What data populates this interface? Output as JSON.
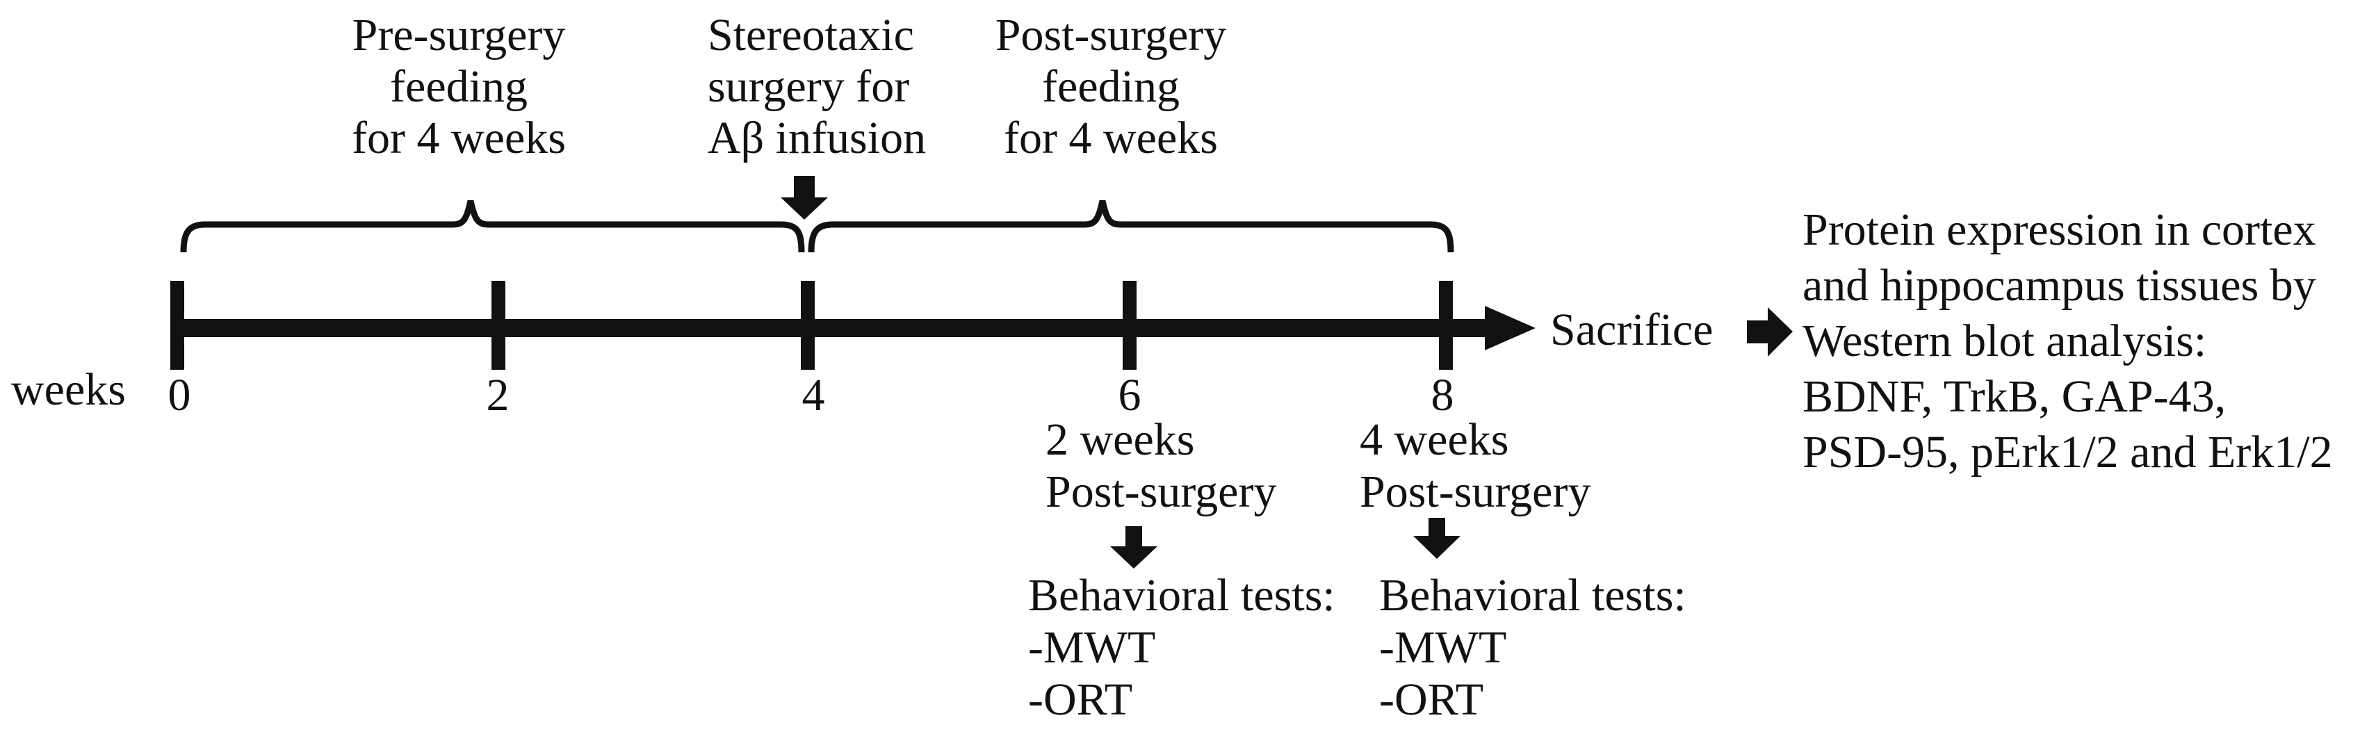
{
  "colors": {
    "background": "#ffffff",
    "ink": "#111111"
  },
  "top_labels": {
    "pre_surgery": [
      "Pre-surgery",
      "feeding",
      "for 4 weeks"
    ],
    "surgery": [
      "Stereotaxic",
      "surgery for",
      "Aβ infusion"
    ],
    "post_surgery": [
      "Post-surgery",
      "feeding",
      "for 4 weeks"
    ]
  },
  "timeline": {
    "axis_label": "weeks",
    "tick_labels": [
      "0",
      "2",
      "4",
      "6",
      "8"
    ],
    "sacrifice_label": "Sacrifice"
  },
  "events": [
    {
      "time": "2 weeks",
      "stage": "Post-surgery",
      "tests_title": "Behavioral tests:",
      "tests": [
        "-MWT",
        "-ORT"
      ]
    },
    {
      "time": "4 weeks",
      "stage": "Post-surgery",
      "tests_title": "Behavioral tests:",
      "tests": [
        "-MWT",
        "-ORT"
      ]
    }
  ],
  "outcome_lines": [
    "Protein expression in cortex",
    "and hippocampus tissues by",
    "Western blot analysis:",
    "BDNF, TrkB, GAP-43,",
    "PSD-95, pErk1/2 and Erk1/2"
  ]
}
